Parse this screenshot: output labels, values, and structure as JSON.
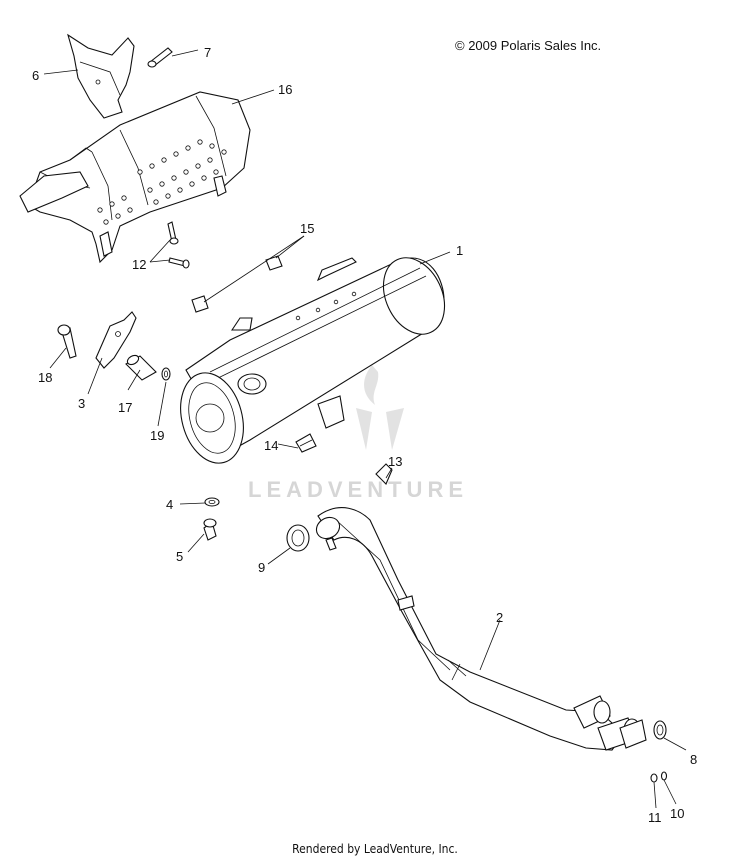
{
  "copyright": "© 2009 Polaris Sales Inc.",
  "footer": "Rendered by LeadVenture, Inc.",
  "watermark": "LEADVENTURE",
  "callouts": [
    "1",
    "2",
    "3",
    "4",
    "5",
    "6",
    "7",
    "8",
    "9",
    "10",
    "11",
    "12",
    "13",
    "14",
    "15",
    "16",
    "17",
    "18",
    "19"
  ],
  "colors": {
    "line": "#111111",
    "background": "#ffffff",
    "watermark": "#d6d6d6"
  }
}
